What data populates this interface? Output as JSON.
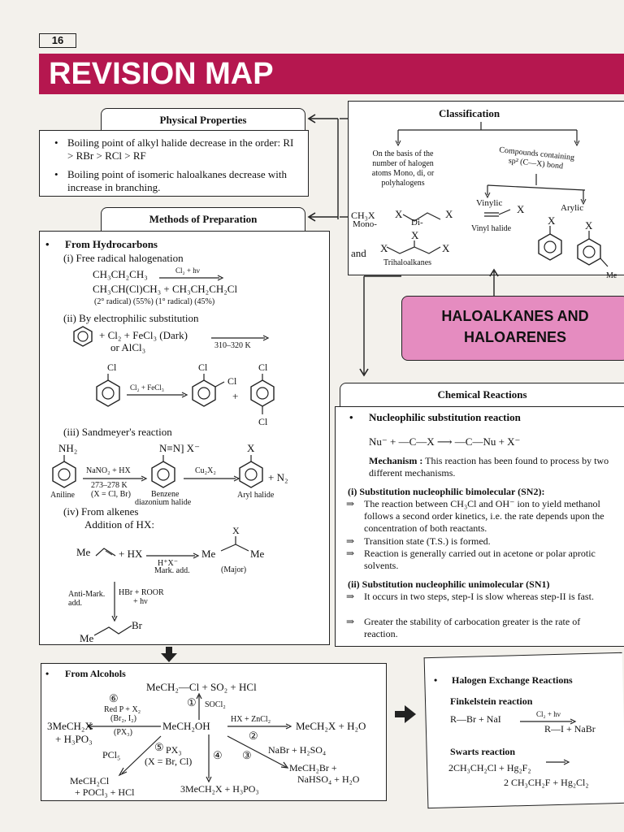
{
  "page_number": "16",
  "banner_title": "REVISION MAP",
  "center_title": [
    "HALOALKANES AND",
    "HALOARENES"
  ],
  "physical": {
    "title": "Physical Properties",
    "points": [
      "Boiling point of alkyl halide decrease in the order: RI > RBr > RCl > RF",
      "Boiling point of isomeric haloalkanes decrease with increase in branching."
    ]
  },
  "preparation": {
    "title": "Methods of Preparation",
    "hydro_head": "From Hydrocarbons",
    "free_radical": "(i) Free radical halogenation",
    "propane": "CH₃CH₂CH₃",
    "fr_reagent": "Cl₂ + hν",
    "fr_products": "CH₃CH(Cl)CH₃ + CH₃CH₂CH₂Cl",
    "fr_ratio": "(2° radical) (55%)   (1° radical) (45%)",
    "electrophilic": "(ii) By electrophilic substitution",
    "es_reagents": "+ Cl₂ + FeCl₃ (Dark)",
    "es_or": "or AlCl₃",
    "es_temp": "310–320 K",
    "cl_label": "Cl",
    "cl2fecl3": "Cl₂ + FeCl₃",
    "plus": "+",
    "sandmeyer": "(iii) Sandmeyer's reaction",
    "nh2": "NH₂",
    "diazonium_group": "N≡N] X⁻",
    "x_label": "X",
    "nano2": "NaNO₂ + HX",
    "temp273": "273–278 K",
    "cu2x2": "Cu₂X₂",
    "plus_n2": "+ N₂",
    "aniline": "Aniline",
    "x_note": "(X = Cl, Br)",
    "benzene": "Benzene",
    "diazonium_label": "diazonium halide",
    "aryl_halide": "Aryl halide",
    "alkenes": "(iv) From alkenes",
    "addition": "Addition of HX:",
    "me": "Me",
    "plus_hx": "+ HX",
    "hx_ion": "H⁺X⁻",
    "mark_add": "Mark. add.",
    "major": "(Major)",
    "anti_mark": "Anti-Mark. add.",
    "hbr_roor": "HBr + ROOR",
    "plus_hv": "+ hν",
    "br": "Br"
  },
  "classification": {
    "title": "Classification",
    "basis": "On the basis of the number of halogen atoms Mono, di, or polyhalogens",
    "sp2": "Compounds containing sp² (C—X) bond",
    "ch3x": "CH₃X",
    "mono": "Mono-",
    "di": "Di-",
    "and": "and",
    "trihalo": "Trihaloalkanes",
    "vinylic": "Vinylic",
    "arylic": "Arylic",
    "vinyl_halide": "Vinyl halide",
    "x": "X",
    "me": "Me"
  },
  "reactions": {
    "title": "Chemical Reactions",
    "nucleophilic": "Nucleophilic substitution reaction",
    "equation": "Nu⁻ + —C—X ⟶ —C—Nu + X⁻",
    "mechanism_label": "Mechanism :",
    "mechanism_text": "This reaction has been found to process by two different mechanisms.",
    "sn2_head": "(i) Substitution nucleophilic bimolecular (SN2):",
    "sn2_points": [
      "The reaction between CH₃Cl and OH⁻ ion to yield methanol follows a second order kinetics, i.e. the rate depends upon the concentration of both reactants.",
      "Transition state (T.S.) is formed.",
      "Reaction is generally carried out in acetone or polar aprotic solvents."
    ],
    "sn1_head": "(ii) Substitution nucleophilic unimolecular (SN1)",
    "sn1_points": [
      "It occurs in two steps, step-I is slow whereas step-II is fast.",
      "Greater the stability of carbocation greater is the rate of reaction."
    ]
  },
  "alcohols": {
    "head": "From Alcohols",
    "top": "MeCH₂—Cl + SO₂ + HCl",
    "socl2": "SOCl₂",
    "red_p": "Red P + X₂",
    "br2i2": "(Br₂, I₂)",
    "px3_paren": "(PX₃)",
    "left_prod": "3MeCH₂X",
    "left_prod2": "+ H₃PO₃",
    "center": "MeCH₂OH",
    "hx_zncl2": "HX + ZnCl₂",
    "right_prod": "MeCH₂X + H₂O",
    "pcl5": "PCl₅",
    "px3": "PX₃",
    "x_eq": "(X = Br, Cl)",
    "nabr": "NaBr + H₂SO₄",
    "mech2br": "MeCH₂Br +",
    "nahso4": "NaHSO₄ + H₂O",
    "mech2cl": "MeCH₂Cl",
    "pocl3": "+ POCl₃ + HCl",
    "bottom": "3MeCH₂X + H₃PO₃",
    "nums": [
      "①",
      "②",
      "③",
      "④",
      "⑤",
      "⑥"
    ]
  },
  "exchange": {
    "head": "Halogen Exchange Reactions",
    "finkelstein": "Finkelstein reaction",
    "fk_left": "R—Br + NaI",
    "fk_reagent": "Cl₂ + hν",
    "fk_right": "R—I + NaBr",
    "swarts": "Swarts reaction",
    "sw_left": "2CH₃CH₂Cl + Hg₂F₂",
    "sw_right": "2 CH₃CH₂F + Hg₂Cl₂"
  },
  "colors": {
    "banner": "#b5174f",
    "center_box": "#e58cc0",
    "tab_line": "#222"
  }
}
